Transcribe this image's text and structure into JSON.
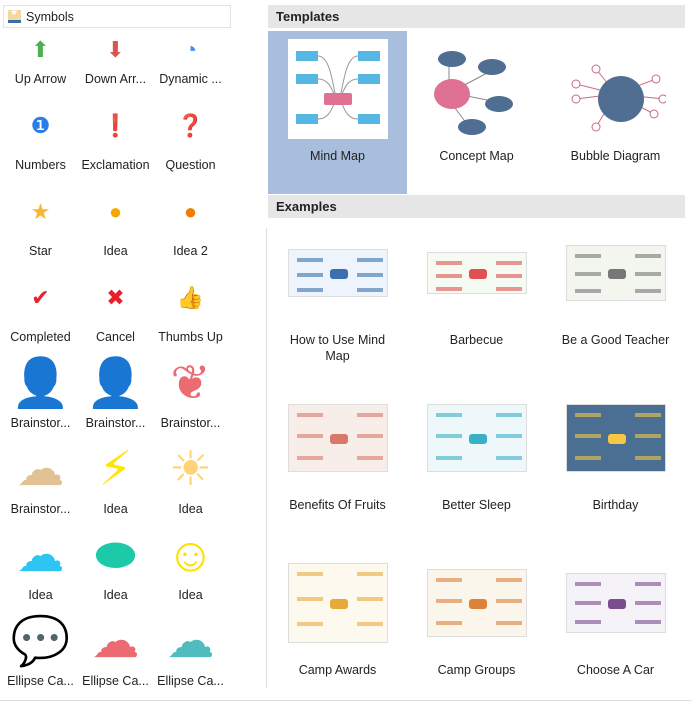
{
  "symbols": {
    "title": "Symbols",
    "items": [
      {
        "label": "Up Arrow",
        "icon": "up-arrow-icon",
        "glyph": "⬆",
        "color": "#4caf50"
      },
      {
        "label": "Down Arr...",
        "icon": "down-arrow-icon",
        "glyph": "⬇",
        "color": "#d9534f"
      },
      {
        "label": "Dynamic ...",
        "icon": "pie-icon",
        "glyph": "◔",
        "color": "#3d8ee8"
      },
      {
        "label": "Numbers",
        "icon": "number-icon",
        "glyph": "❶",
        "color": "#2b7de9"
      },
      {
        "label": "Exclamation",
        "icon": "exclamation-icon",
        "glyph": "❗",
        "color": "#c9302c"
      },
      {
        "label": "Question",
        "icon": "question-icon",
        "glyph": "❓",
        "color": "#2eaa5c"
      },
      {
        "label": "Star",
        "icon": "star-icon",
        "glyph": "★",
        "color": "#f7b733"
      },
      {
        "label": "Idea",
        "icon": "lightbulb-icon",
        "glyph": "●",
        "color": "#f7a800"
      },
      {
        "label": "Idea 2",
        "icon": "lightbulb-star-icon",
        "glyph": "●",
        "color": "#f07d00"
      },
      {
        "label": "Completed",
        "icon": "checkmark-icon",
        "glyph": "✔",
        "color": "#e8202a"
      },
      {
        "label": "Cancel",
        "icon": "cross-icon",
        "glyph": "✖",
        "color": "#e8202a"
      },
      {
        "label": "Thumbs Up",
        "icon": "thumbs-up-icon",
        "glyph": "👍",
        "color": "#d8b08a"
      },
      {
        "label": "Brainstor...",
        "icon": "head-gears-icon",
        "glyph": "👤",
        "color": "#4fbdbd"
      },
      {
        "label": "Brainstor...",
        "icon": "head-bulb-icon",
        "glyph": "👤",
        "color": "#2f8fd8"
      },
      {
        "label": "Brainstor...",
        "icon": "brain-icon",
        "glyph": "❦",
        "color": "#ec6a72"
      },
      {
        "label": "Brainstor...",
        "icon": "brain-side-icon",
        "glyph": "☁",
        "color": "#e2c194"
      },
      {
        "label": "Idea",
        "icon": "lightbulb-bolt-icon",
        "glyph": "⚡",
        "color": "#ffe600"
      },
      {
        "label": "Idea",
        "icon": "lightbulb-rays-icon",
        "glyph": "☀",
        "color": "#ffd37a"
      },
      {
        "label": "Idea",
        "icon": "cloud-icon",
        "glyph": "☁",
        "color": "#2ec5f5"
      },
      {
        "label": "Idea",
        "icon": "blob-icon",
        "glyph": "⬬",
        "color": "#1ccaa8"
      },
      {
        "label": "Idea",
        "icon": "smiley-balloon-icon",
        "glyph": "☺",
        "color": "#ffe000"
      },
      {
        "label": "Ellipse Ca...",
        "icon": "ellipse-callout-icon",
        "glyph": "💬",
        "color": "#2f8fd8"
      },
      {
        "label": "Ellipse Ca...",
        "icon": "cloud-callout-icon",
        "glyph": "☁",
        "color": "#ec6a72"
      },
      {
        "label": "Ellipse Ca...",
        "icon": "cloud-callout-icon",
        "glyph": "☁",
        "color": "#4fbdbd"
      }
    ]
  },
  "templates": {
    "title": "Templates",
    "items": [
      {
        "label": "Mind Map",
        "selected": true
      },
      {
        "label": "Concept Map"
      },
      {
        "label": "Bubble Diagram"
      }
    ]
  },
  "examples": {
    "title": "Examples",
    "items": [
      {
        "label": "How to Use Mind Map",
        "bg": "#eef4fb",
        "accent": "#3b6fb0"
      },
      {
        "label": "Barbecue",
        "bg": "#f5fbf3",
        "accent": "#e05050"
      },
      {
        "label": "Be a Good Teacher",
        "bg": "#f3f6ef",
        "accent": "#777"
      },
      {
        "label": "Benefits Of Fruits",
        "bg": "#f7eeea",
        "accent": "#d9776a"
      },
      {
        "label": "Better Sleep",
        "bg": "#eef8fb",
        "accent": "#3ab0c8"
      },
      {
        "label": "Birthday",
        "bg": "#4a6f93",
        "accent": "#f6c644"
      },
      {
        "label": "Camp Awards",
        "bg": "#fdf9ee",
        "accent": "#e8a93a"
      },
      {
        "label": "Camp Groups",
        "bg": "#fbf6ec",
        "accent": "#e0813a"
      },
      {
        "label": "Choose A Car",
        "bg": "#f6f3f8",
        "accent": "#7a4d8c"
      }
    ]
  }
}
